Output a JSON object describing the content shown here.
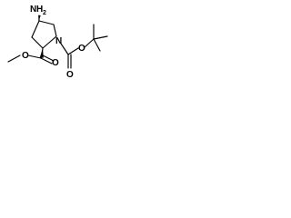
{
  "structure": {
    "atoms": {
      "amine_n": "N",
      "amine_h": "H",
      "amine_h_count": "2",
      "ring_n": "N",
      "boc_carbonyl_o": "O",
      "boc_ether_o": "O",
      "ester_carbonyl_o": "O",
      "ester_ether_o": "O"
    }
  }
}
